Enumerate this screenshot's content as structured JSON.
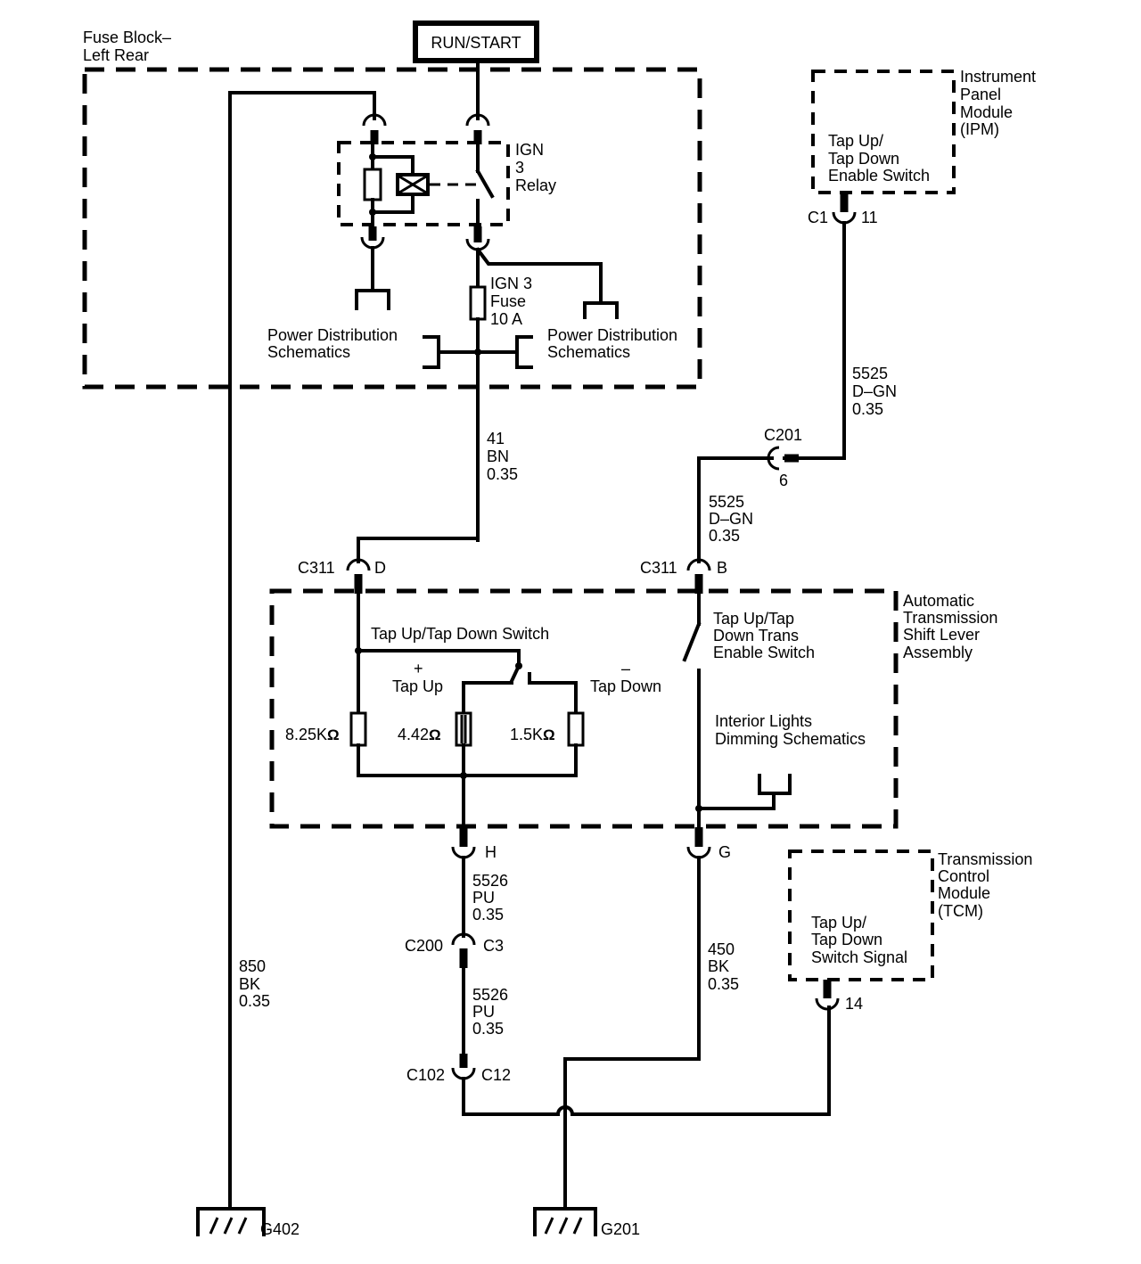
{
  "labels": {
    "fuse_block": [
      "Fuse Block–",
      "Left Rear"
    ],
    "run_start": "RUN/START",
    "ign3_relay": [
      "IGN",
      "3",
      "Relay"
    ],
    "ign3_fuse": [
      "IGN 3",
      "Fuse",
      "10 A"
    ],
    "pds_left": [
      "Power Distribution",
      "Schematics"
    ],
    "pds_right": [
      "Power Distribution",
      "Schematics"
    ],
    "ipm_title": [
      "Instrument",
      "Panel",
      "Module",
      "(IPM)"
    ],
    "ipm_switch": [
      "Tap Up/",
      "Tap Down",
      "Enable Switch"
    ],
    "c1": "C1",
    "c1_pin": "11",
    "wire_5525_upper": [
      "5525",
      "D–GN",
      "0.35"
    ],
    "c201": "C201",
    "c201_pin": "6",
    "wire_5525_lower": [
      "5525",
      "D–GN",
      "0.35"
    ],
    "wire_41": [
      "41",
      "BN",
      "0.35"
    ],
    "c311_left": "C311",
    "c311_left_pin": "D",
    "c311_right": "C311",
    "c311_right_pin": "B",
    "atsla_title": [
      "Automatic",
      "Transmission",
      "Shift Lever",
      "Assembly"
    ],
    "tap_switch": "Tap Up/Tap Down Switch",
    "plus": "+",
    "minus": "–",
    "tap_up": "Tap Up",
    "tap_down": "Tap Down",
    "r1": "8.25K",
    "r2": "4.42",
    "r3": "1.5K",
    "ohm": "Ω",
    "enable_switch": [
      "Tap Up/Tap",
      "Down Trans",
      "Enable Switch"
    ],
    "interior_lights": [
      "Interior Lights",
      "Dimming Schematics"
    ],
    "pin_h": "H",
    "pin_g": "G",
    "wire_5526_a": [
      "5526",
      "PU",
      "0.35"
    ],
    "c200": "C200",
    "c200_pin": "C3",
    "wire_5526_b": [
      "5526",
      "PU",
      "0.35"
    ],
    "c102": "C102",
    "c102_pin": "C12",
    "wire_450": [
      "450",
      "BK",
      "0.35"
    ],
    "wire_850": [
      "850",
      "BK",
      "0.35"
    ],
    "tcm_title": [
      "Transmission",
      "Control",
      "Module",
      "(TCM)"
    ],
    "tcm_signal": [
      "Tap Up/",
      "Tap Down",
      "Switch Signal"
    ],
    "tcm_pin": "14",
    "g402": "G402",
    "g201": "G201"
  }
}
